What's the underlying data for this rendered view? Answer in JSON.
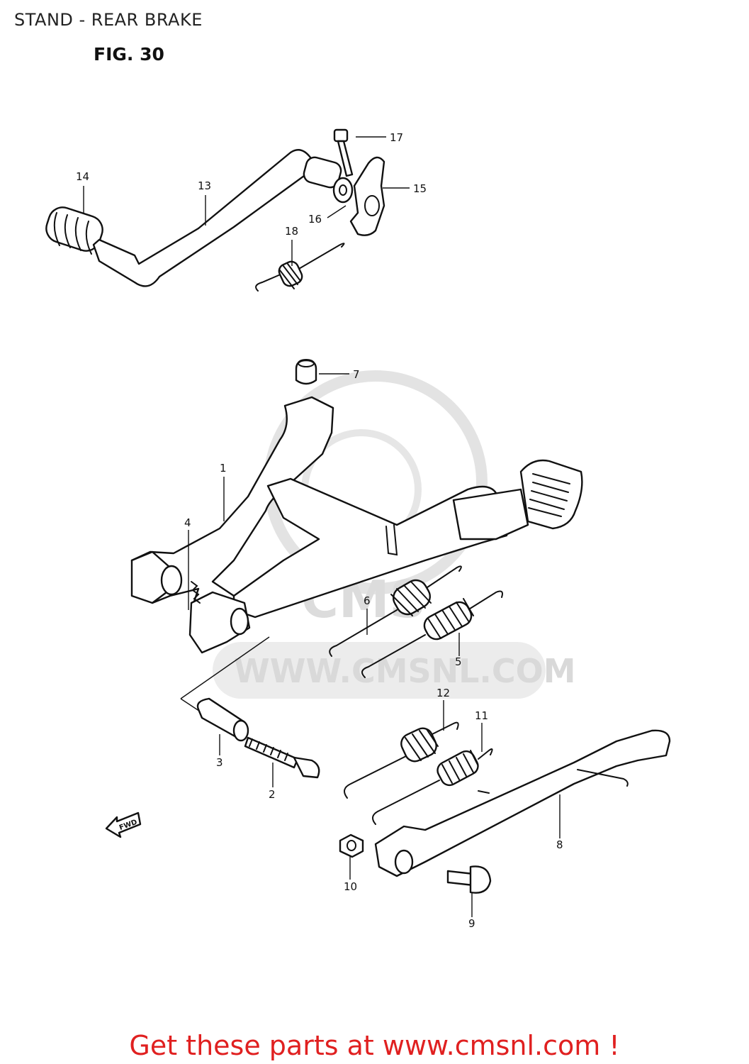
{
  "page": {
    "title": "STAND - REAR BRAKE",
    "figure": "FIG. 30",
    "cta": "Get these parts at www.cmsnl.com !"
  },
  "watermark": {
    "logo": "CMS",
    "url": "WWW.CMSNL.COM",
    "color": "#d9d9d9"
  },
  "fwd_label": "FWD",
  "parts": [
    {
      "num": "1",
      "icon": "center-stand-icon"
    },
    {
      "num": "2",
      "icon": "bolt-icon"
    },
    {
      "num": "3",
      "icon": "bushing-icon"
    },
    {
      "num": "4",
      "icon": "pin-icon"
    },
    {
      "num": "5",
      "icon": "spring-icon"
    },
    {
      "num": "6",
      "icon": "spring-icon"
    },
    {
      "num": "7",
      "icon": "stopper-icon"
    },
    {
      "num": "8",
      "icon": "side-stand-icon"
    },
    {
      "num": "9",
      "icon": "bolt-icon"
    },
    {
      "num": "10",
      "icon": "nut-icon"
    },
    {
      "num": "11",
      "icon": "spring-icon"
    },
    {
      "num": "12",
      "icon": "spring-icon"
    },
    {
      "num": "13",
      "icon": "brake-pedal-icon"
    },
    {
      "num": "14",
      "icon": "pedal-rubber-icon"
    },
    {
      "num": "15",
      "icon": "brake-arm-icon"
    },
    {
      "num": "16",
      "icon": "washer-icon"
    },
    {
      "num": "17",
      "icon": "bolt-icon"
    },
    {
      "num": "18",
      "icon": "spring-icon"
    }
  ],
  "colors": {
    "line": "#111111",
    "cta": "#e02020"
  }
}
